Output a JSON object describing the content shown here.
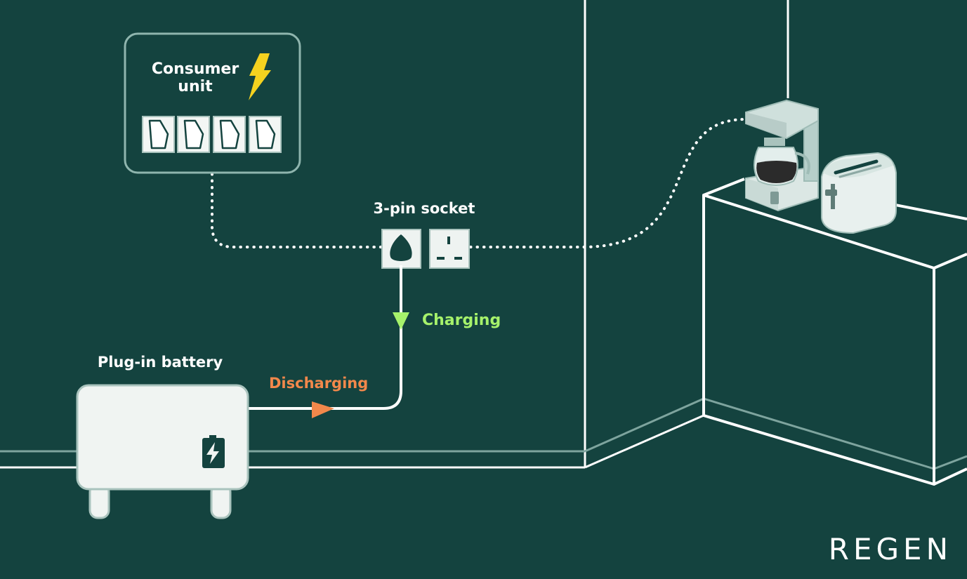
{
  "colors": {
    "background": "#14433f",
    "line": "#ffffff",
    "panel_border": "#8fb5ae",
    "charging": "#a6f26b",
    "discharging": "#f2884b",
    "bolt": "#f5d21f",
    "battery_body": "#f0f4f2"
  },
  "consumer_unit": {
    "label_line1": "Consumer",
    "label_line2": "unit",
    "icon": "lightning-bolt-icon",
    "switch_count": 4
  },
  "socket": {
    "label": "3-pin socket",
    "icon": "plug-icon"
  },
  "flows": {
    "charging": "Charging",
    "discharging": "Discharging"
  },
  "battery": {
    "label": "Plug-in battery",
    "icon": "battery-charging-icon"
  },
  "appliances": [
    "coffee-maker",
    "toaster"
  ],
  "brand": {
    "logo_text": "REGEN"
  }
}
